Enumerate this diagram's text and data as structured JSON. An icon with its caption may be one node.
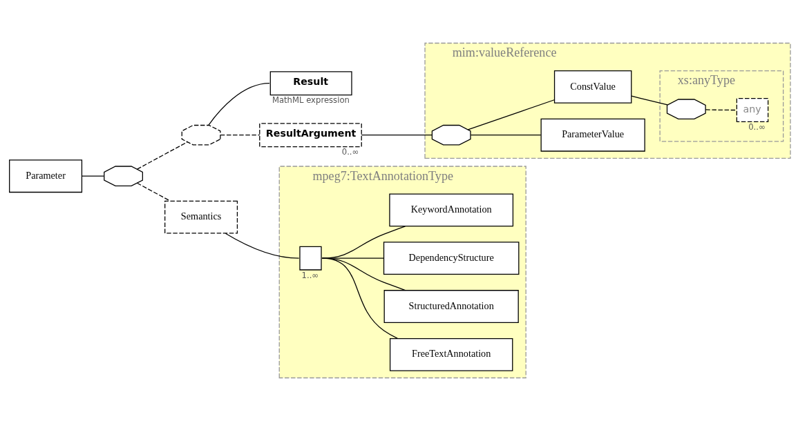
{
  "diagram": {
    "nodes": [
      {
        "text": [
          "Parameter"
        ]
      },
      {
        "text": [],
        "shape": "octagon"
      },
      {
        "text": [],
        "shape": "octagon"
      },
      {
        "text": [
          "Result"
        ],
        "beside": [
          "MathML expression"
        ]
      },
      {
        "text": [
          "ResultArgument"
        ],
        "beside": [
          "0..∞"
        ]
      },
      {
        "text": [
          "mim:valueReference"
        ]
      },
      {
        "text": [],
        "shape": "octagon",
        "in": 5
      },
      {
        "text": [
          "ParameterValue"
        ],
        "in": 5
      },
      {
        "text": [
          "ConstValue"
        ],
        "in": 5
      },
      {
        "text": [
          "xs:anyType"
        ],
        "in": 5
      },
      {
        "text": [],
        "shape": "octagon",
        "in": 9
      },
      {
        "text": [
          "any"
        ],
        "in": 9,
        "beside": [
          "0..∞"
        ]
      },
      {
        "text": [
          "Semantics"
        ]
      },
      {
        "text": [
          "mpeg7:TextAnnotationType"
        ]
      },
      {
        "text": [],
        "shape": "octagon",
        "in": 13,
        "beside": [
          "1..∞"
        ]
      },
      {
        "text": [
          "FreeTextAnnotation"
        ],
        "in": 13
      },
      {
        "text": [
          "StructuredAnnotation"
        ],
        "in": 13
      },
      {
        "text": [
          "DependencyStructure"
        ],
        "in": 13
      },
      {
        "text": [
          "KeywordAnnotation"
        ],
        "in": 13
      }
    ],
    "edges": [
      {
        "from": 0,
        "to": 1,
        "arrow": "none"
      },
      {
        "from": 1,
        "to": 2,
        "arrow": "none",
        "style": "dashed"
      },
      {
        "from": 2,
        "to": 3,
        "arrow": "none"
      },
      {
        "from": 2,
        "to": 4,
        "arrow": "none",
        "style": "dashed"
      },
      {
        "from": 4,
        "to": 6,
        "arrow": "none"
      },
      {
        "from": 6,
        "to": 7,
        "arrow": "none"
      },
      {
        "from": 6,
        "to": 8,
        "arrow": "none"
      },
      {
        "from": 8,
        "to": 10,
        "arrow": "none"
      },
      {
        "from": 10,
        "to": 11,
        "arrow": "none",
        "style": "dashed"
      },
      {
        "from": 1,
        "to": 12,
        "arrow": "none",
        "style": "dashed"
      },
      {
        "from": 12,
        "to": 14,
        "arrow": "none"
      },
      {
        "from": 14,
        "to": 15,
        "arrow": "none"
      },
      {
        "from": 14,
        "to": 16,
        "arrow": "none"
      },
      {
        "from": 14,
        "to": 17,
        "arrow": "none"
      },
      {
        "from": 14,
        "to": 18,
        "arrow": "none"
      }
    ]
  }
}
